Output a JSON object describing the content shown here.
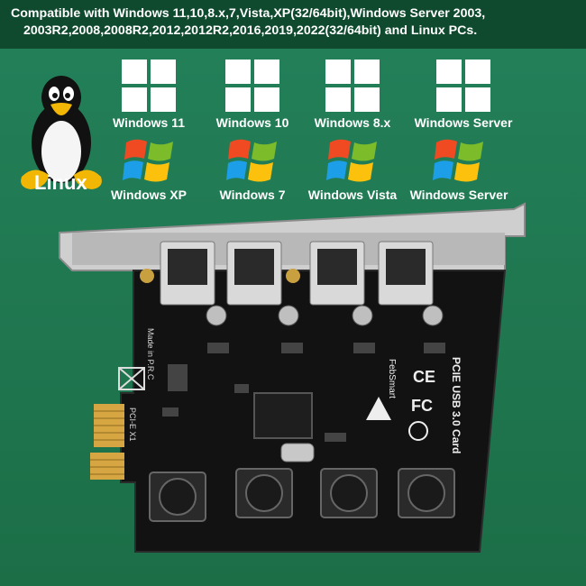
{
  "banner": {
    "line1": "Compatible with Windows 11,10,8.x,7,Vista,XP(32/64bit),Windows Server 2003,",
    "line2": "2003R2,2008,2008R2,2012,2012R2,2016,2019,2022(32/64bit) and Linux  PCs."
  },
  "linux": {
    "label": "Linux",
    "icon": "tux-penguin-icon"
  },
  "os_row1": [
    {
      "label": "Windows 11",
      "icon": "windows-modern-logo-icon"
    },
    {
      "label": "Windows 10",
      "icon": "windows-modern-logo-icon"
    },
    {
      "label": "Windows 8.x",
      "icon": "windows-modern-logo-icon"
    },
    {
      "label": "Windows Server",
      "icon": "windows-modern-logo-icon"
    }
  ],
  "os_row2": [
    {
      "label": "Windows XP",
      "icon": "windows-classic-flag-icon"
    },
    {
      "label": "Windows 7",
      "icon": "windows-classic-flag-icon"
    },
    {
      "label": "Windows Vista",
      "icon": "windows-classic-flag-icon"
    },
    {
      "label": "Windows Server",
      "icon": "windows-classic-flag-icon"
    }
  ],
  "board": {
    "title": "PCIE USB 3.0 Card",
    "brand": "FebSmart",
    "made_in": "Made in P.R.C",
    "slot_label": "PCI-E X1",
    "cert_ce": "CE",
    "cert_fc": "FC",
    "port_count": 4
  },
  "colors": {
    "background": "#1f7a4e",
    "banner": "#0f4a2e",
    "pcb": "#111111",
    "bracket": "#c9c9c9"
  }
}
